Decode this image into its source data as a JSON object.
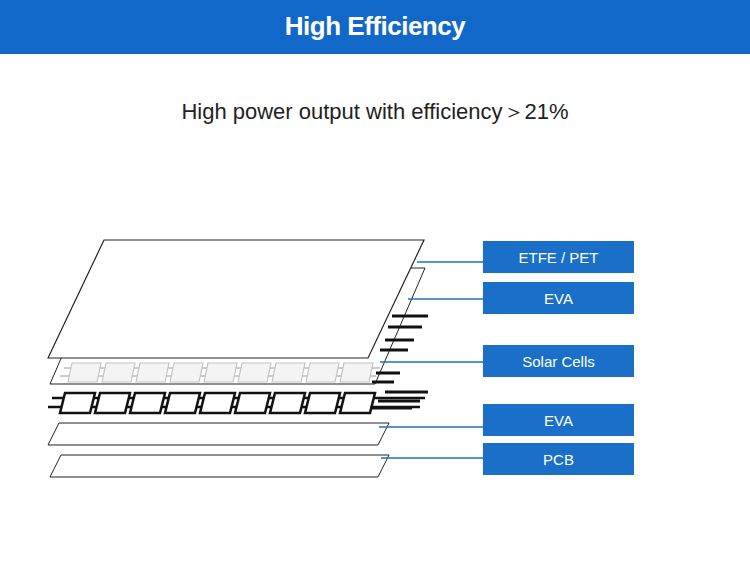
{
  "diagram": {
    "title": "High Efficiency",
    "nodes": [
      {
        "text": [
          "ETFE / PET"
        ]
      },
      {
        "text": [
          "EVA"
        ]
      },
      {
        "text": [
          "Solar Cells"
        ]
      },
      {
        "text": [
          "EVA"
        ]
      },
      {
        "text": [
          "PCB"
        ]
      }
    ],
    "labels": [
      "High power output with efficiency＞21%"
    ]
  }
}
